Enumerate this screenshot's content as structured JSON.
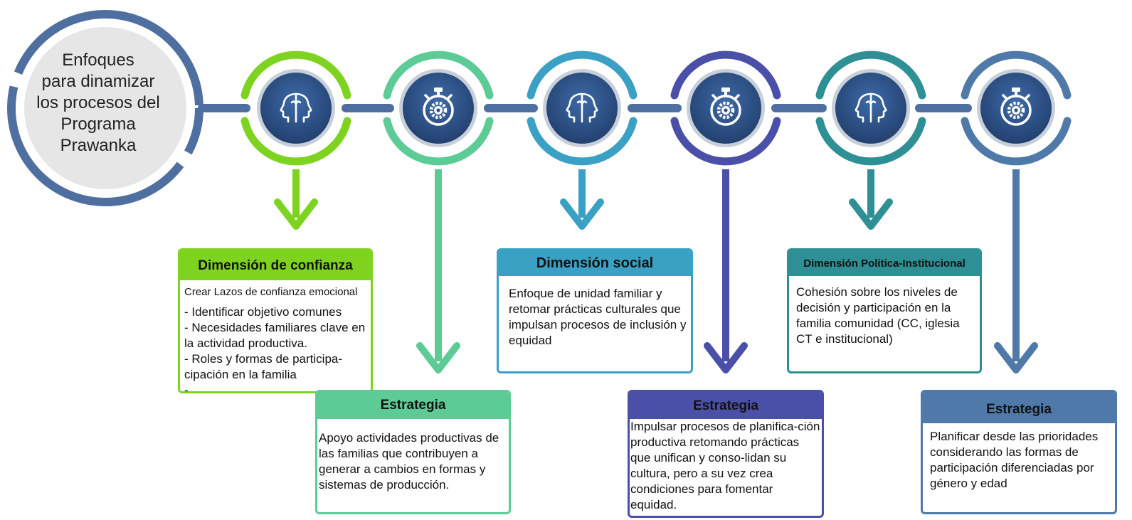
{
  "center": {
    "lines": [
      "Enfoques",
      "para dinamizar",
      "los procesos del",
      "Programa",
      "Prawanka"
    ]
  },
  "nodes": [
    {
      "icon": "heads-icon",
      "color": "#7ed321"
    },
    {
      "icon": "stopwatch-gear-icon",
      "color": "#5ccb96"
    },
    {
      "icon": "heads-icon",
      "color": "#3aa1c4"
    },
    {
      "icon": "stopwatch-gear-icon",
      "color": "#4a4fa8"
    },
    {
      "icon": "heads-icon",
      "color": "#2e8f94"
    },
    {
      "icon": "stopwatch-gear-icon",
      "color": "#4f79a8"
    }
  ],
  "boxes": {
    "confianza": {
      "title": "Dimensión de confianza",
      "lead": "Crear Lazos de confianza emocional",
      "items": [
        "- Identificar objetivo comunes",
        "- Necesidades familiares clave en la actividad productiva.",
        "- Roles y formas de participa-cipación en la familia",
        "-"
      ]
    },
    "estrategia1": {
      "title": "Estrategia",
      "text": "Apoyo actividades productivas de las familias que contribuyen a generar a cambios en formas y sistemas de producción."
    },
    "social": {
      "title": "Dimensión social",
      "text": "Enfoque de unidad familiar y retomar prácticas culturales que impulsan procesos de inclusión y equidad"
    },
    "estrategia2": {
      "title": "Estrategia",
      "text": "Impulsar procesos de planifica-ción productiva retomando prácticas que unifican y conso-lidan su cultura, pero a su vez crea condiciones para fomentar equidad."
    },
    "politica": {
      "title": "Dimensión Politica-Institucional",
      "text": "Cohesión sobre los niveles de decisión y participación en la familia comunidad (CC, iglesia CT e institucional)"
    },
    "estrategia3": {
      "title": "Estrategia",
      "text": "Planificar desde las prioridades considerando las formas de participación diferenciadas por género y edad"
    }
  },
  "colors": {
    "navy_ring": "#4f6fa0",
    "node_fill": "#2f4f83",
    "connector": "#4f6fa0",
    "center_fill": "#e6e6e6",
    "green": "#7ed321",
    "mint": "#5ccb96",
    "cyan": "#3aa1c4",
    "indigo": "#4a4fa8",
    "teal": "#2e8f94",
    "steel": "#4f79a8"
  }
}
